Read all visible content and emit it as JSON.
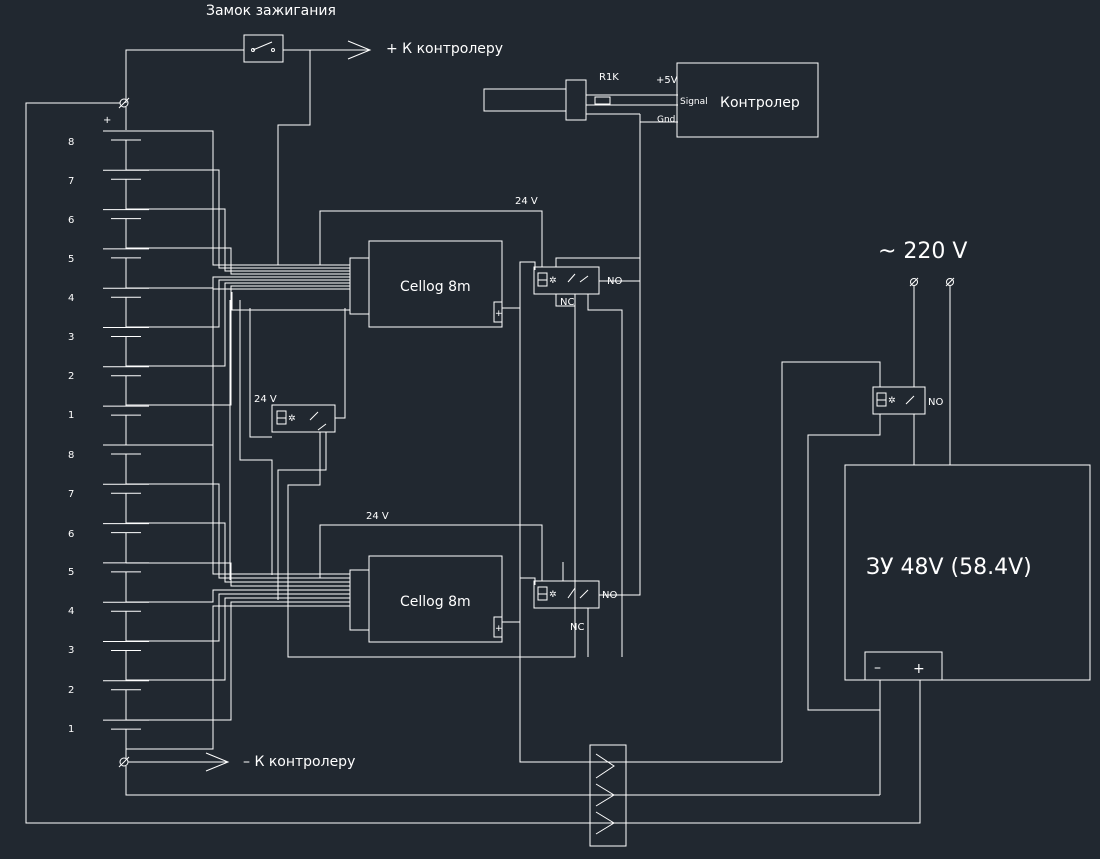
{
  "labels": {
    "ignition": "Замок зажигания",
    "to_controller_plus": "+ К контролеру",
    "to_controller_minus": "– К контролеру",
    "resistor": "R1K",
    "plus5v": "+5V",
    "signal": "Signal",
    "gnd": "Gnd",
    "controller": "Контролер",
    "relay_voltage_top": "24 V",
    "relay_voltage_mid": "24 V",
    "relay_voltage_bottom": "24 V",
    "cellog_top": "Cellog 8m",
    "cellog_bottom": "Cellog 8m",
    "no_top": "NO",
    "nc_top": "NC",
    "no_bottom": "NO",
    "nc_bottom": "NC",
    "no_charger": "NO",
    "mains": "~ 220 V",
    "charger": "ЗУ 48V (58.4V)",
    "charger_minus": "–",
    "charger_plus": "+",
    "battery_plus": "+"
  },
  "cells_top": [
    "8",
    "7",
    "6",
    "5",
    "4",
    "3",
    "2",
    "1"
  ],
  "cells_bottom": [
    "8",
    "7",
    "6",
    "5",
    "4",
    "3",
    "2",
    "1"
  ]
}
